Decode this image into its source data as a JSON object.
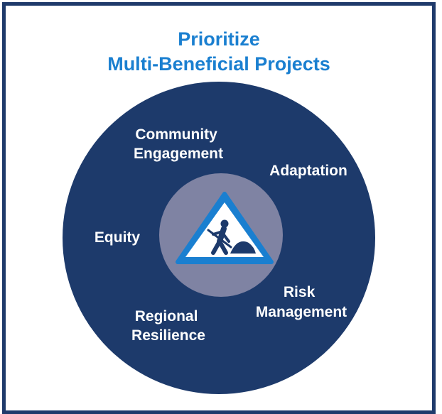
{
  "title": {
    "line1": "Prioritize",
    "line2": "Multi-Beneficial Projects"
  },
  "benefits": {
    "community_engagement": [
      "Community",
      "Engagement"
    ],
    "adaptation": "Adaptation",
    "equity": "Equity",
    "risk_management": [
      "Risk",
      "Management"
    ],
    "regional_resilience": [
      "Regional",
      "Resilience"
    ]
  },
  "center_icon": "men-at-work-sign-icon",
  "colors": {
    "outer_circle": "#1d3a6b",
    "inner_circle": "#7f83a3",
    "title": "#1a7fd0",
    "frame_border": "#1f3a6b",
    "sign_border": "#1a7fd0"
  }
}
